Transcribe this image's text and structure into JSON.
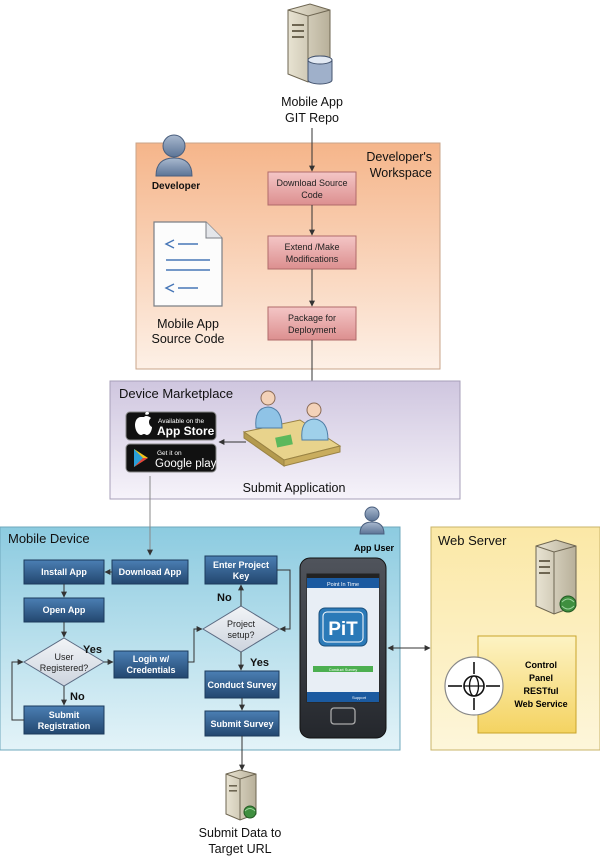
{
  "colors": {
    "workspace_bg": "#f7c9a7",
    "marketplace_bg": "#ddd6e8",
    "mobile_bg": "#a6d6e6",
    "webserver_bg": "#fbeeb8",
    "step_red": "#e8a3a3",
    "step_blue": "#2e5c8a",
    "diamond": "#dde2ea"
  },
  "repo": {
    "line1": "Mobile App",
    "line2": "GIT Repo",
    "icon": "server-database-icon"
  },
  "workspace": {
    "title_line1": "Developer's",
    "title_line2": "Workspace",
    "developer_label": "Developer",
    "source_line1": "Mobile App",
    "source_line2": "Source Code",
    "steps": [
      {
        "line1": "Download Source",
        "line2": "Code"
      },
      {
        "line1": "Extend /Make",
        "line2": "Modifications"
      },
      {
        "line1": "Package for",
        "line2": "Deployment"
      }
    ]
  },
  "marketplace": {
    "title": "Device Marketplace",
    "submit_label": "Submit Application",
    "appstore_small": "Available on the",
    "appstore_big": "App Store",
    "googleplay_small": "Get it on",
    "googleplay_big": "Google play"
  },
  "mobile": {
    "title": "Mobile Device",
    "app_user_label": "App User",
    "install": "Install App",
    "download": "Download App",
    "open": "Open App",
    "user_registered_line1": "User",
    "user_registered_line2": "Registered?",
    "login_line1": "Login w/",
    "login_line2": "Credentials",
    "submit_registration_line1": "Submit",
    "submit_registration_line2": "Registration",
    "enter_key_line1": "Enter Project",
    "enter_key_line2": "Key",
    "project_setup_line1": "Project",
    "project_setup_line2": "setup?",
    "conduct": "Conduct Survey",
    "submit_survey": "Submit Survey",
    "yes1": "Yes",
    "no1": "No",
    "yes2": "Yes",
    "no2": "No",
    "phone_header": "Point In Time",
    "phone_logo": "PiT",
    "phone_button": "Conduct Survey",
    "phone_footer": "Support"
  },
  "webserver": {
    "title": "Web Server",
    "service_line1": "Control",
    "service_line2": "Panel",
    "service_line3": "RESTful",
    "service_line4": "Web Service"
  },
  "target": {
    "line1": "Submit Data to",
    "line2": "Target URL"
  }
}
